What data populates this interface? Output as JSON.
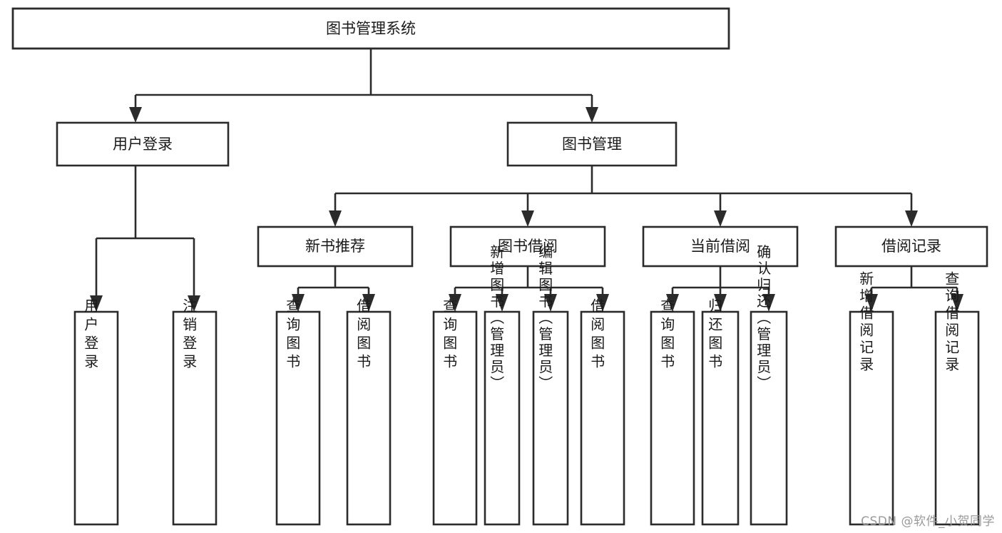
{
  "diagram": {
    "type": "tree",
    "title": "图书管理系统",
    "orientation": "top-down",
    "watermark": "CSDN @软件_小贺同学",
    "colors": {
      "box_stroke": "#2b2b2b",
      "box_fill": "#ffffff",
      "link": "#2b2b2b",
      "label": "#1a1a1a",
      "background": "#ffffff",
      "watermark": "#9a9a9a"
    },
    "nodes": {
      "root": {
        "label": "图书管理系统",
        "level": 1
      },
      "n_user_login": {
        "label": "用户登录",
        "level": 2
      },
      "n_book_mgmt": {
        "label": "图书管理",
        "level": 2
      },
      "n_new_rec": {
        "label": "新书推荐",
        "level": 3
      },
      "n_borrow": {
        "label": "图书借阅",
        "level": 3
      },
      "n_current": {
        "label": "当前借阅",
        "level": 3
      },
      "n_records": {
        "label": "借阅记录",
        "level": 3
      },
      "l_user_login": {
        "label": "用户登录",
        "level": 4,
        "vertical": true
      },
      "l_logout": {
        "label": "注销登录",
        "level": 4,
        "vertical": true
      },
      "l_query_book_1": {
        "label": "查询图书",
        "level": 4,
        "vertical": true
      },
      "l_borrow_book_1": {
        "label": "借阅图书",
        "level": 4,
        "vertical": true
      },
      "l_query_book_2": {
        "label": "查询图书",
        "level": 4,
        "vertical": true
      },
      "l_add_book": {
        "label": "新增图书（管理员）",
        "level": 4,
        "vertical": true
      },
      "l_edit_book": {
        "label": "编辑图书（管理员）",
        "level": 4,
        "vertical": true
      },
      "l_borrow_book_2": {
        "label": "借阅图书",
        "level": 4,
        "vertical": true
      },
      "l_query_book_3": {
        "label": "查询图书",
        "level": 4,
        "vertical": true
      },
      "l_return_book": {
        "label": "归还图书",
        "level": 4,
        "vertical": true
      },
      "l_confirm_return": {
        "label": "确认归还（管理员）",
        "level": 4,
        "vertical": true
      },
      "l_add_record": {
        "label": "新增借阅记录",
        "level": 4,
        "vertical": true
      },
      "l_query_record": {
        "label": "查询借阅记录",
        "level": 4,
        "vertical": true
      }
    },
    "edges": [
      {
        "from": "root",
        "to": "n_user_login"
      },
      {
        "from": "root",
        "to": "n_book_mgmt"
      },
      {
        "from": "n_book_mgmt",
        "to": "n_new_rec"
      },
      {
        "from": "n_book_mgmt",
        "to": "n_borrow"
      },
      {
        "from": "n_book_mgmt",
        "to": "n_current"
      },
      {
        "from": "n_book_mgmt",
        "to": "n_records"
      },
      {
        "from": "n_user_login",
        "to": "l_user_login"
      },
      {
        "from": "n_user_login",
        "to": "l_logout"
      },
      {
        "from": "n_new_rec",
        "to": "l_query_book_1"
      },
      {
        "from": "n_new_rec",
        "to": "l_borrow_book_1"
      },
      {
        "from": "n_borrow",
        "to": "l_query_book_2"
      },
      {
        "from": "n_borrow",
        "to": "l_add_book"
      },
      {
        "from": "n_borrow",
        "to": "l_edit_book"
      },
      {
        "from": "n_borrow",
        "to": "l_borrow_book_2"
      },
      {
        "from": "n_current",
        "to": "l_query_book_3"
      },
      {
        "from": "n_current",
        "to": "l_return_book"
      },
      {
        "from": "n_current",
        "to": "l_confirm_return"
      },
      {
        "from": "n_records",
        "to": "l_add_record"
      },
      {
        "from": "n_records",
        "to": "l_query_record"
      }
    ]
  }
}
